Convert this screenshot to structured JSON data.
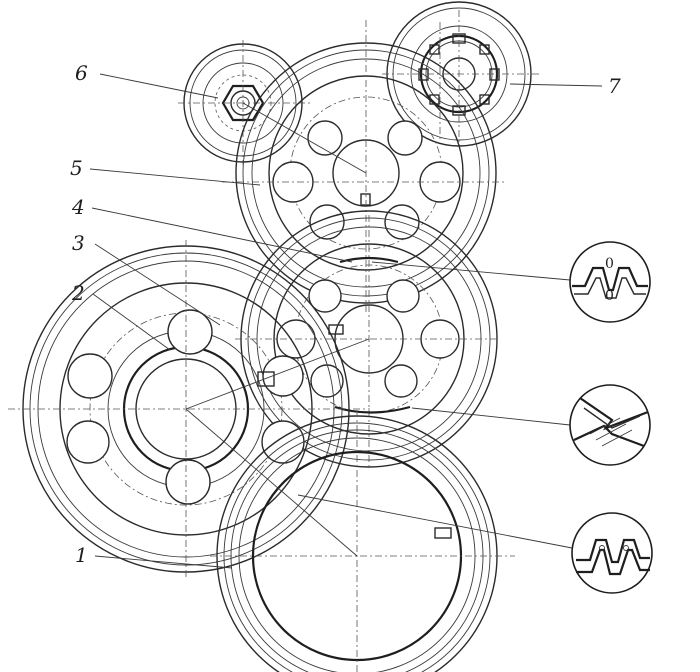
{
  "callouts": {
    "label_1": "1",
    "label_2": "2",
    "label_3": "3",
    "label_4": "4",
    "label_5": "5",
    "label_6": "6",
    "label_7": "7"
  },
  "detail_views": {
    "profile_mark": "0"
  }
}
